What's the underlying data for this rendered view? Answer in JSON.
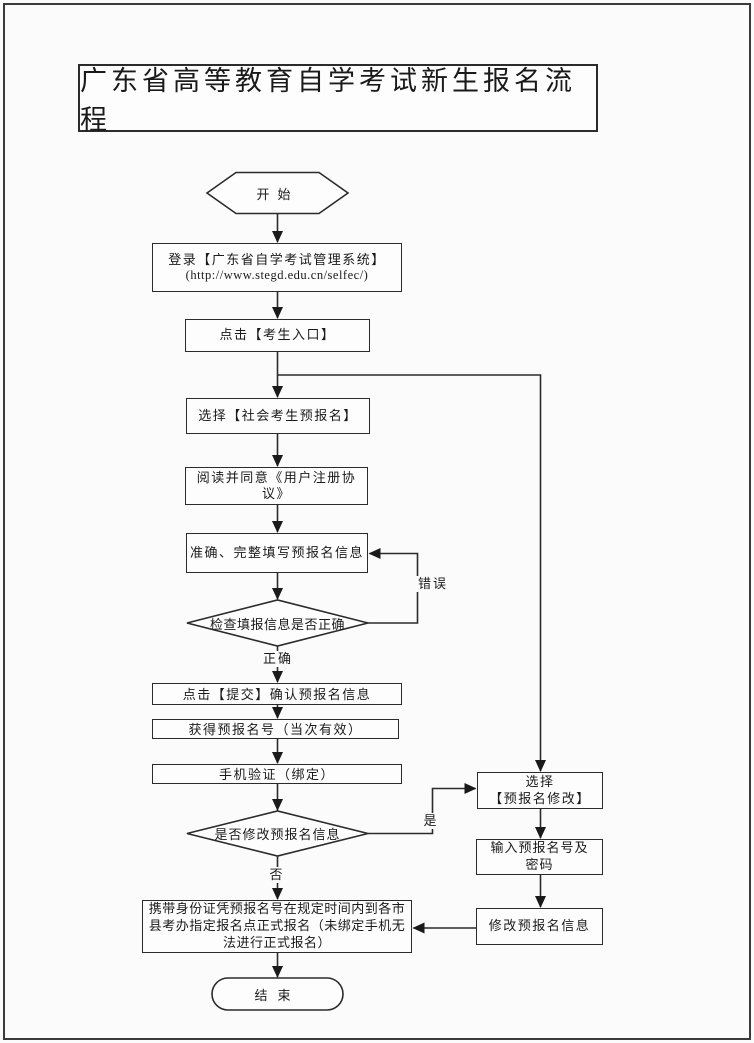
{
  "page": {
    "title": "广东省高等教育自学考试新生报名流程"
  },
  "nodes": {
    "start": "开始",
    "login_line1": "登录【广东省自学考试管理系统】",
    "login_line2": "(http://www.stegd.edu.cn/selfec/)",
    "click_entry": "点击【考生入口】",
    "select_prereg": "选择【社会考生预报名】",
    "agree_terms": "阅读并同意《用户注册协议》",
    "fill_info": "准确、完整填写预报名信息",
    "check_correct": "检查填报信息是否正确",
    "submit_confirm": "点击【提交】确认预报名信息",
    "get_number": "获得预报名号（当次有效）",
    "phone_verify": "手机验证（绑定）",
    "modify_question": "是否修改预报名信息",
    "formal_register": "携带身份证凭预报名号在规定时间内到各市县考办指定报名点正式报名（未绑定手机无法进行正式报名）",
    "select_modify_line1": "选择",
    "select_modify_line2": "【预报名修改】",
    "enter_number_line1": "输入预报名号及",
    "enter_number_line2": "密码",
    "modify_info": "修改预报名信息",
    "end": "结束"
  },
  "edge_labels": {
    "error": "错误",
    "correct": "正确",
    "yes": "是",
    "no": "否"
  },
  "colors": {
    "line": "#2b2b2b",
    "text": "#1a1a1a",
    "background": "#fbfbfb"
  }
}
